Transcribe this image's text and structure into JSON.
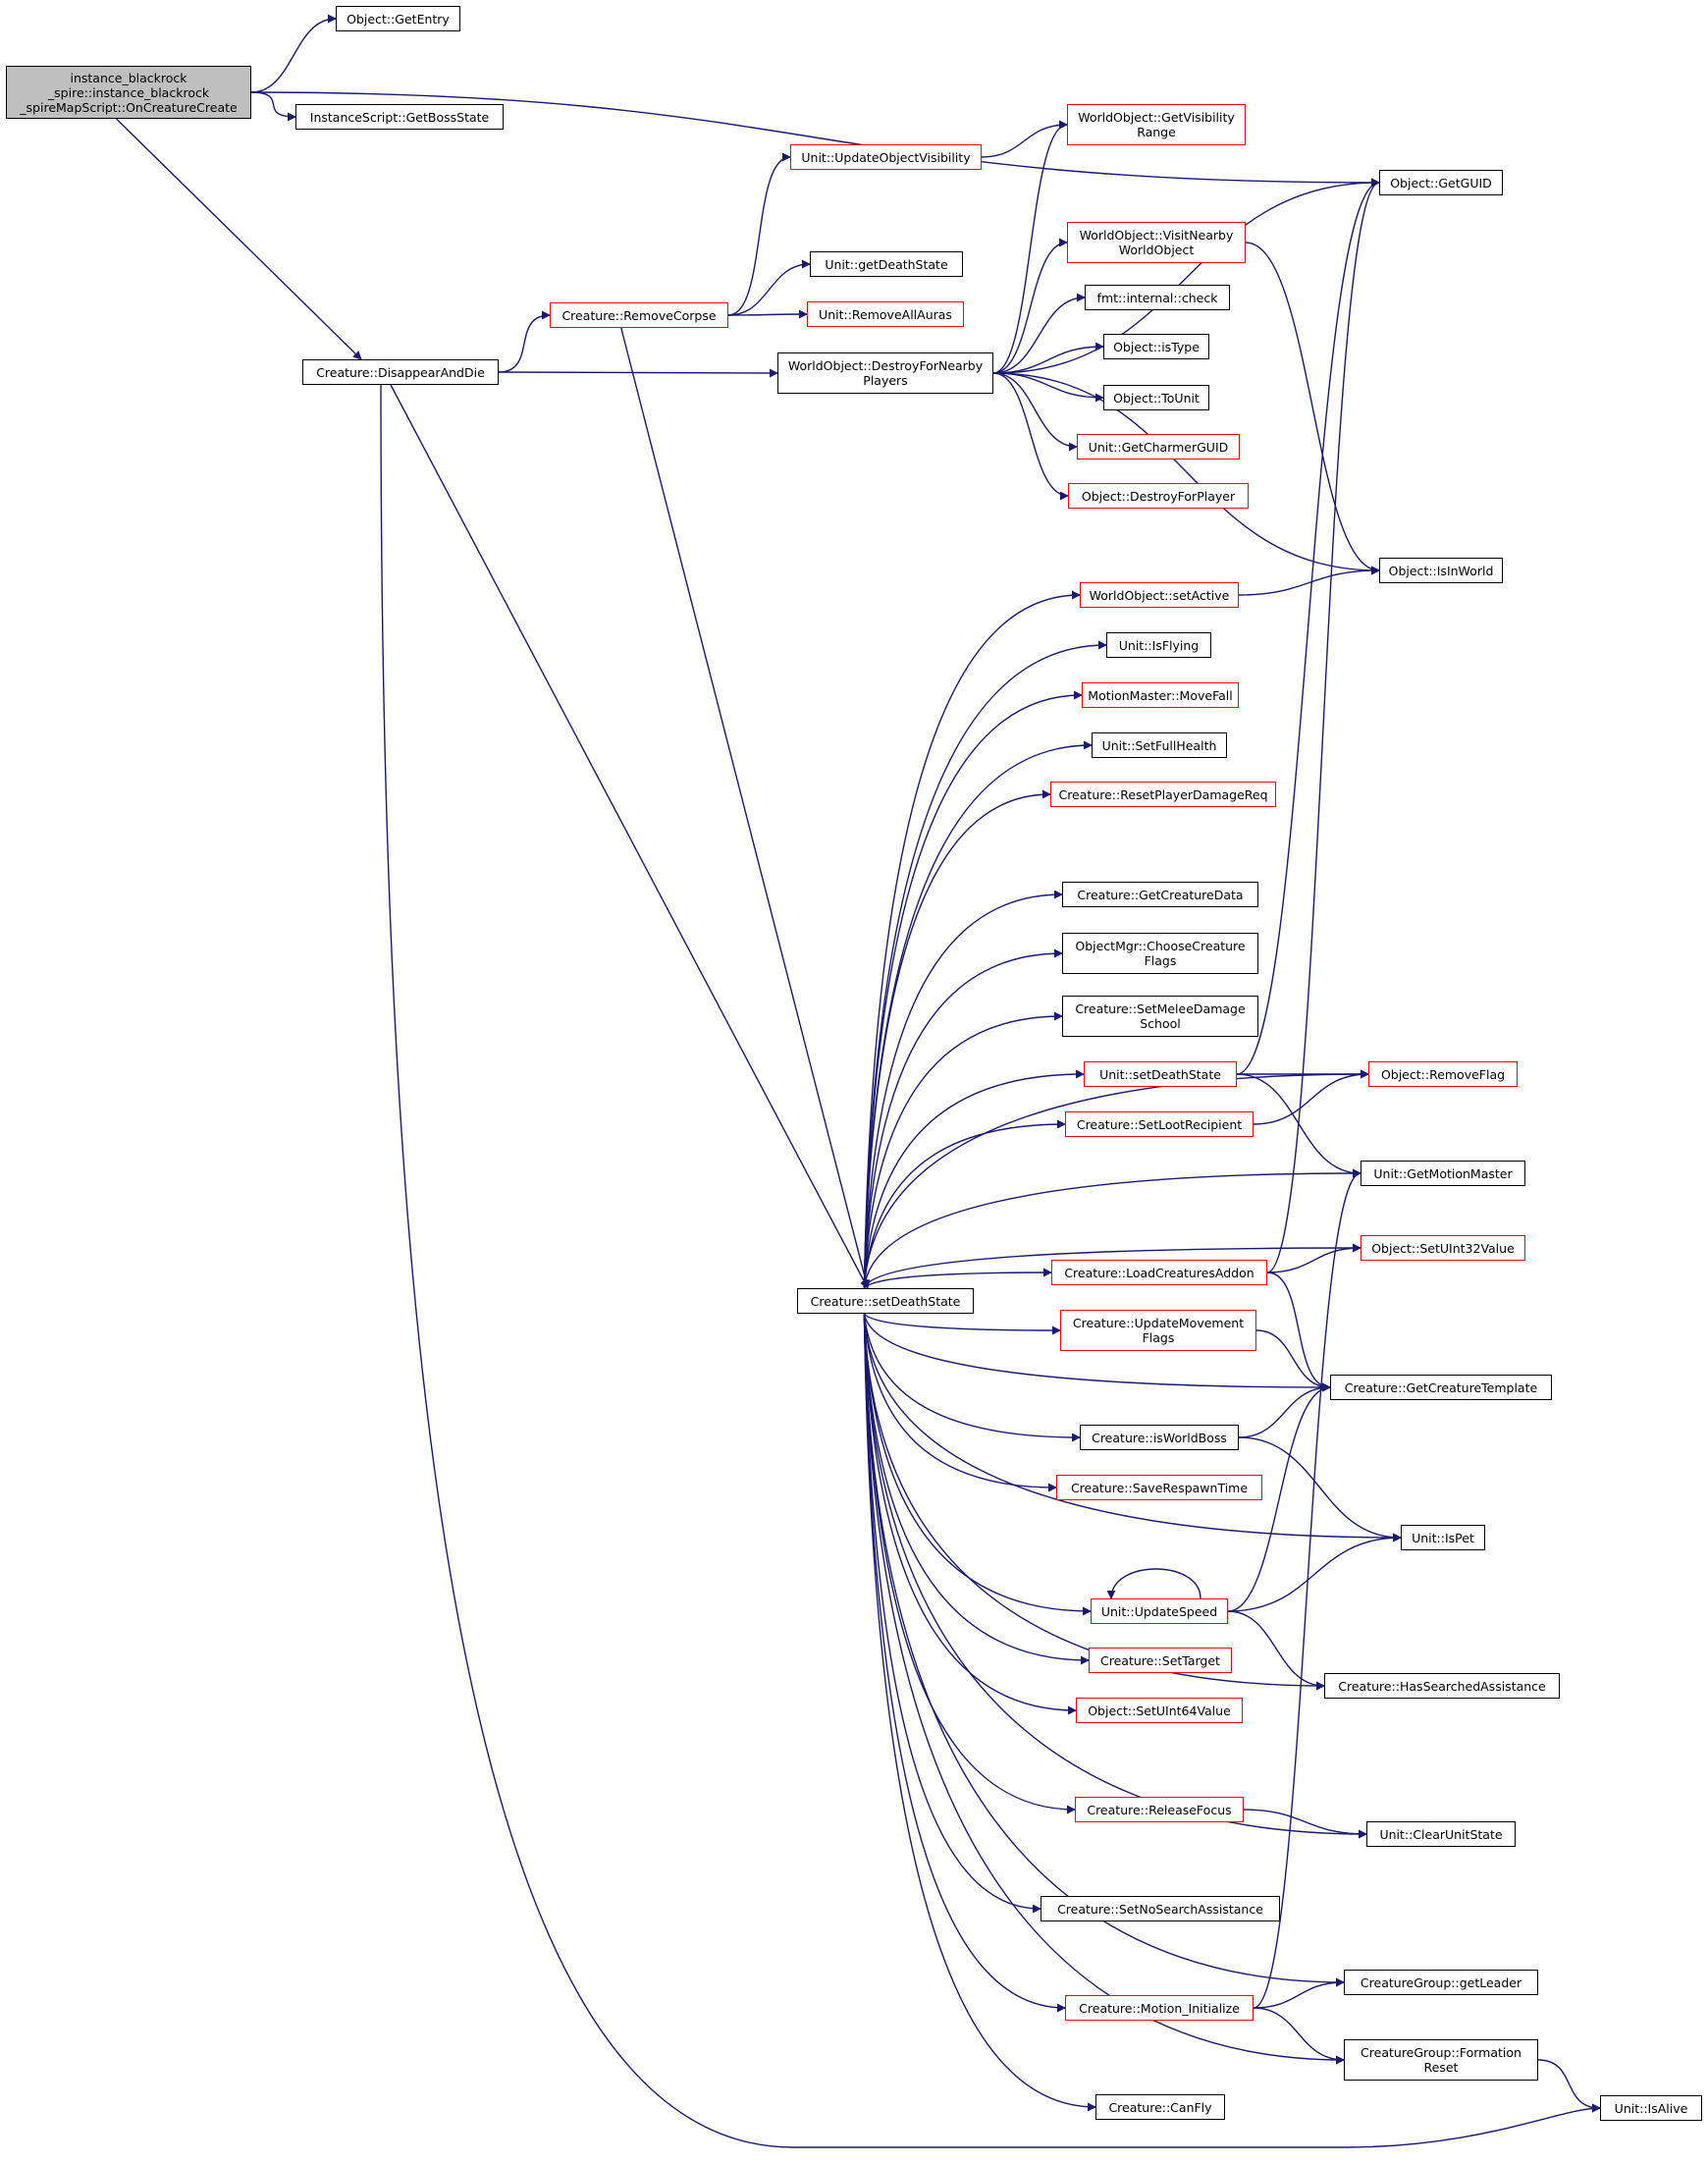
{
  "graph": {
    "edge_color": "#191970",
    "node_border_default": "#000000",
    "node_border_truncated": "#ff0000",
    "root_fill": "#bfbfbf",
    "nodes": [
      {
        "id": "root",
        "label": "instance_blackrock\n_spire::instance_blackrock\n_spireMapScript::OnCreatureCreate",
        "border": "#000000"
      },
      {
        "id": "obj_getentry",
        "label": "Object::GetEntry",
        "border": "#000000"
      },
      {
        "id": "is_getbossstate",
        "label": "InstanceScript::GetBossState",
        "border": "#000000"
      },
      {
        "id": "cr_disappear",
        "label": "Creature::DisappearAndDie",
        "border": "#000000"
      },
      {
        "id": "cr_removecorpse",
        "label": "Creature::RemoveCorpse",
        "border": "#ff0000"
      },
      {
        "id": "u_updobjvis",
        "label": "Unit::UpdateObjectVisibility",
        "border": "#ff0000"
      },
      {
        "id": "u_getdeathstate",
        "label": "Unit::getDeathState",
        "border": "#000000"
      },
      {
        "id": "u_removeallauras",
        "label": "Unit::RemoveAllAuras",
        "border": "#ff0000"
      },
      {
        "id": "wo_destroyfornearby",
        "label": "WorldObject::DestroyForNearby\nPlayers",
        "border": "#000000"
      },
      {
        "id": "wo_getvisrange",
        "label": "WorldObject::GetVisibility\nRange",
        "border": "#ff0000"
      },
      {
        "id": "wo_visitnearby",
        "label": "WorldObject::VisitNearby\nWorldObject",
        "border": "#ff0000"
      },
      {
        "id": "fmt_check",
        "label": "fmt::internal::check",
        "border": "#000000"
      },
      {
        "id": "obj_istype",
        "label": "Object::isType",
        "border": "#000000"
      },
      {
        "id": "obj_tounit",
        "label": "Object::ToUnit",
        "border": "#000000"
      },
      {
        "id": "u_getcharmerguid",
        "label": "Unit::GetCharmerGUID",
        "border": "#ff0000"
      },
      {
        "id": "obj_destroyforplayer",
        "label": "Object::DestroyForPlayer",
        "border": "#ff0000"
      },
      {
        "id": "obj_getguid",
        "label": "Object::GetGUID",
        "border": "#000000"
      },
      {
        "id": "obj_isinworld",
        "label": "Object::IsInWorld",
        "border": "#000000"
      },
      {
        "id": "wo_setactive",
        "label": "WorldObject::setActive",
        "border": "#ff0000"
      },
      {
        "id": "u_isflying",
        "label": "Unit::IsFlying",
        "border": "#000000"
      },
      {
        "id": "mm_movefall",
        "label": "MotionMaster::MoveFall",
        "border": "#ff0000"
      },
      {
        "id": "u_setfullhealth",
        "label": "Unit::SetFullHealth",
        "border": "#000000"
      },
      {
        "id": "cr_resetplayerdmg",
        "label": "Creature::ResetPlayerDamageReq",
        "border": "#ff0000"
      },
      {
        "id": "cr_getcreaturedata",
        "label": "Creature::GetCreatureData",
        "border": "#000000"
      },
      {
        "id": "om_choosecreatureflags",
        "label": "ObjectMgr::ChooseCreature\nFlags",
        "border": "#000000"
      },
      {
        "id": "cr_setmeleedmgschool",
        "label": "Creature::SetMeleeDamage\nSchool",
        "border": "#000000"
      },
      {
        "id": "u_setdeathstate",
        "label": "Unit::setDeathState",
        "border": "#ff0000"
      },
      {
        "id": "cr_setlootrecipient",
        "label": "Creature::SetLootRecipient",
        "border": "#ff0000"
      },
      {
        "id": "obj_removeflag",
        "label": "Object::RemoveFlag",
        "border": "#ff0000"
      },
      {
        "id": "u_getmotionmaster",
        "label": "Unit::GetMotionMaster",
        "border": "#000000"
      },
      {
        "id": "obj_setuint32",
        "label": "Object::SetUInt32Value",
        "border": "#ff0000"
      },
      {
        "id": "cr_loadaddon",
        "label": "Creature::LoadCreaturesAddon",
        "border": "#ff0000"
      },
      {
        "id": "cr_setdeathstate",
        "label": "Creature::setDeathState",
        "border": "#000000"
      },
      {
        "id": "cr_updmoveflags",
        "label": "Creature::UpdateMovement\nFlags",
        "border": "#ff0000"
      },
      {
        "id": "cr_getcreaturetemplate",
        "label": "Creature::GetCreatureTemplate",
        "border": "#000000"
      },
      {
        "id": "cr_isworldboss",
        "label": "Creature::isWorldBoss",
        "border": "#000000"
      },
      {
        "id": "cr_saverespawntime",
        "label": "Creature::SaveRespawnTime",
        "border": "#ff0000"
      },
      {
        "id": "u_ispet",
        "label": "Unit::IsPet",
        "border": "#000000"
      },
      {
        "id": "u_updatespeed",
        "label": "Unit::UpdateSpeed",
        "border": "#ff0000"
      },
      {
        "id": "cr_settarget",
        "label": "Creature::SetTarget",
        "border": "#ff0000"
      },
      {
        "id": "cr_hassearchedassist",
        "label": "Creature::HasSearchedAssistance",
        "border": "#000000"
      },
      {
        "id": "obj_setuint64",
        "label": "Object::SetUInt64Value",
        "border": "#ff0000"
      },
      {
        "id": "cr_releasefocus",
        "label": "Creature::ReleaseFocus",
        "border": "#ff0000"
      },
      {
        "id": "u_clearunitstate",
        "label": "Unit::ClearUnitState",
        "border": "#000000"
      },
      {
        "id": "cr_setnosearchassist",
        "label": "Creature::SetNoSearchAssistance",
        "border": "#000000"
      },
      {
        "id": "cg_getleader",
        "label": "CreatureGroup::getLeader",
        "border": "#000000"
      },
      {
        "id": "cr_motioninit",
        "label": "Creature::Motion_Initialize",
        "border": "#ff0000"
      },
      {
        "id": "cg_formationreset",
        "label": "CreatureGroup::Formation\nReset",
        "border": "#000000"
      },
      {
        "id": "cr_canfly",
        "label": "Creature::CanFly",
        "border": "#000000"
      },
      {
        "id": "u_isalive",
        "label": "Unit::IsAlive",
        "border": "#000000"
      }
    ],
    "edges": [
      [
        "root",
        "obj_getentry"
      ],
      [
        "root",
        "is_getbossstate"
      ],
      [
        "root",
        "obj_getguid"
      ],
      [
        "root",
        "cr_disappear"
      ],
      [
        "cr_disappear",
        "cr_removecorpse"
      ],
      [
        "cr_disappear",
        "wo_destroyfornearby"
      ],
      [
        "cr_disappear",
        "cr_setdeathstate"
      ],
      [
        "cr_disappear",
        "u_isalive"
      ],
      [
        "cr_removecorpse",
        "u_updobjvis"
      ],
      [
        "cr_removecorpse",
        "u_getdeathstate"
      ],
      [
        "cr_removecorpse",
        "u_removeallauras"
      ],
      [
        "cr_removecorpse",
        "cr_setdeathstate"
      ],
      [
        "u_updobjvis",
        "wo_getvisrange"
      ],
      [
        "wo_destroyfornearby",
        "wo_getvisrange"
      ],
      [
        "wo_destroyfornearby",
        "obj_getguid"
      ],
      [
        "wo_destroyfornearby",
        "wo_visitnearby"
      ],
      [
        "wo_destroyfornearby",
        "fmt_check"
      ],
      [
        "wo_destroyfornearby",
        "obj_istype"
      ],
      [
        "wo_destroyfornearby",
        "obj_tounit"
      ],
      [
        "wo_destroyfornearby",
        "u_getcharmerguid"
      ],
      [
        "wo_destroyfornearby",
        "obj_destroyforplayer"
      ],
      [
        "wo_destroyfornearby",
        "obj_isinworld"
      ],
      [
        "wo_visitnearby",
        "obj_isinworld"
      ],
      [
        "wo_setactive",
        "obj_isinworld"
      ],
      [
        "cr_setdeathstate",
        "wo_setactive"
      ],
      [
        "cr_setdeathstate",
        "u_isflying"
      ],
      [
        "cr_setdeathstate",
        "mm_movefall"
      ],
      [
        "cr_setdeathstate",
        "u_setfullhealth"
      ],
      [
        "cr_setdeathstate",
        "cr_resetplayerdmg"
      ],
      [
        "cr_setdeathstate",
        "obj_removeflag"
      ],
      [
        "cr_setdeathstate",
        "cr_getcreaturedata"
      ],
      [
        "cr_setdeathstate",
        "om_choosecreatureflags"
      ],
      [
        "cr_setdeathstate",
        "cr_setmeleedmgschool"
      ],
      [
        "cr_setdeathstate",
        "u_setdeathstate"
      ],
      [
        "cr_setdeathstate",
        "cr_setlootrecipient"
      ],
      [
        "cr_setdeathstate",
        "u_getmotionmaster"
      ],
      [
        "cr_setdeathstate",
        "obj_setuint32"
      ],
      [
        "cr_setdeathstate",
        "cr_loadaddon"
      ],
      [
        "cr_setdeathstate",
        "cr_updmoveflags"
      ],
      [
        "cr_setdeathstate",
        "cr_getcreaturetemplate"
      ],
      [
        "cr_setdeathstate",
        "cr_isworldboss"
      ],
      [
        "cr_setdeathstate",
        "cr_saverespawntime"
      ],
      [
        "cr_setdeathstate",
        "u_ispet"
      ],
      [
        "cr_setdeathstate",
        "u_updatespeed"
      ],
      [
        "cr_setdeathstate",
        "cr_settarget"
      ],
      [
        "cr_setdeathstate",
        "obj_setuint64"
      ],
      [
        "cr_setdeathstate",
        "cr_hassearchedassist"
      ],
      [
        "cr_setdeathstate",
        "cr_releasefocus"
      ],
      [
        "cr_setdeathstate",
        "u_clearunitstate"
      ],
      [
        "cr_setdeathstate",
        "cr_setnosearchassist"
      ],
      [
        "cr_setdeathstate",
        "cg_getleader"
      ],
      [
        "cr_setdeathstate",
        "cr_motioninit"
      ],
      [
        "cr_setdeathstate",
        "cg_formationreset"
      ],
      [
        "cr_setdeathstate",
        "cr_canfly"
      ],
      [
        "u_setdeathstate",
        "obj_getguid"
      ],
      [
        "u_setdeathstate",
        "obj_removeflag"
      ],
      [
        "u_setdeathstate",
        "u_getmotionmaster"
      ],
      [
        "cr_setlootrecipient",
        "obj_removeflag"
      ],
      [
        "cr_loadaddon",
        "obj_getguid"
      ],
      [
        "cr_loadaddon",
        "obj_setuint32"
      ],
      [
        "cr_loadaddon",
        "cr_getcreaturetemplate"
      ],
      [
        "cr_updmoveflags",
        "cr_getcreaturetemplate"
      ],
      [
        "cr_isworldboss",
        "cr_getcreaturetemplate"
      ],
      [
        "cr_isworldboss",
        "u_ispet"
      ],
      [
        "u_updatespeed",
        "u_updatespeed"
      ],
      [
        "u_updatespeed",
        "u_ispet"
      ],
      [
        "u_updatespeed",
        "cr_getcreaturetemplate"
      ],
      [
        "u_updatespeed",
        "cr_hassearchedassist"
      ],
      [
        "cr_releasefocus",
        "u_clearunitstate"
      ],
      [
        "cr_motioninit",
        "cg_getleader"
      ],
      [
        "cr_motioninit",
        "cg_formationreset"
      ],
      [
        "cr_motioninit",
        "u_getmotionmaster"
      ],
      [
        "cg_formationreset",
        "u_isalive"
      ]
    ]
  }
}
